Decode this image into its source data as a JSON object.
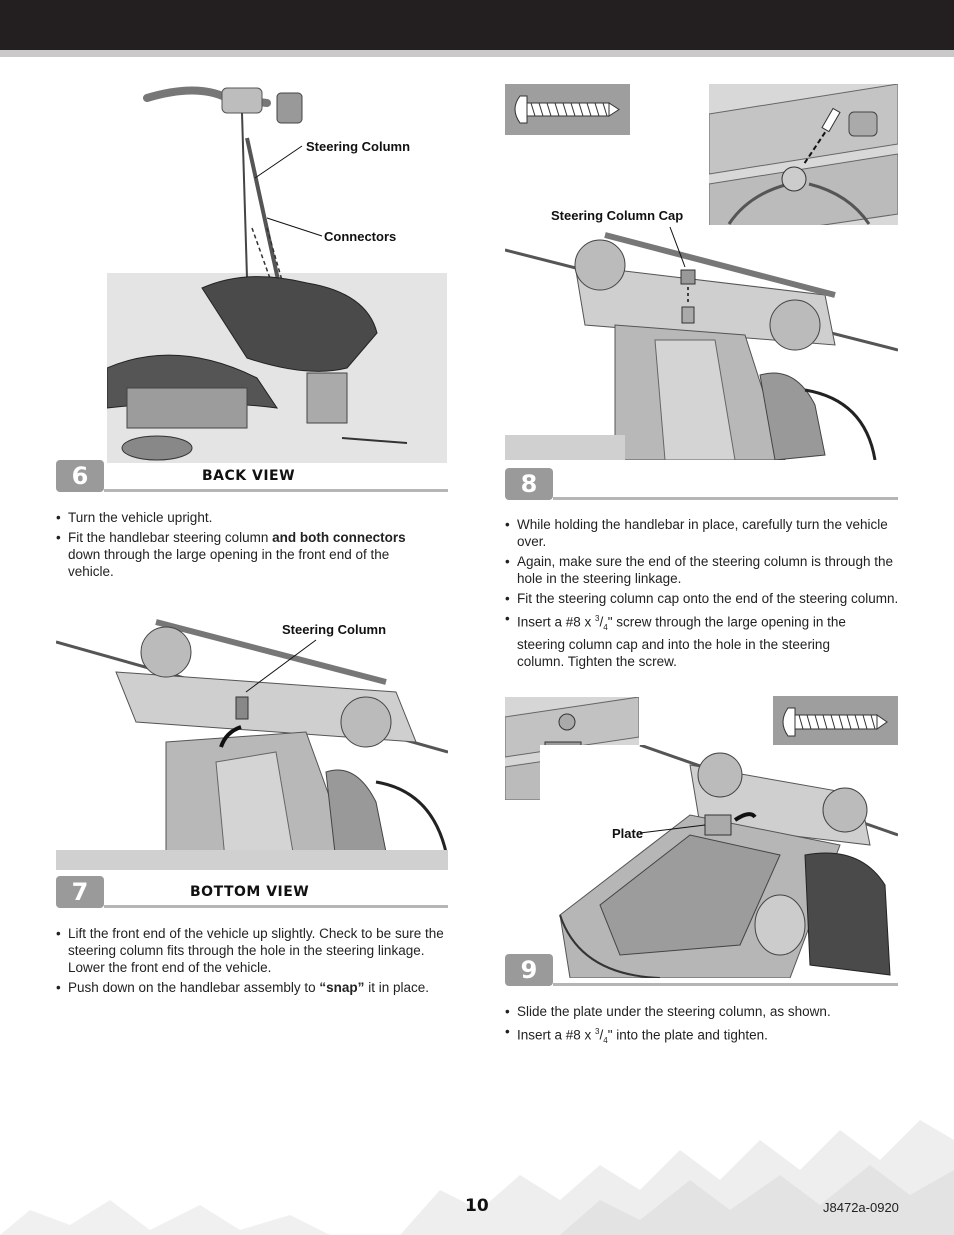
{
  "steps": [
    {
      "number": "6",
      "title": "BACK VIEW",
      "callouts": [
        "Steering Column",
        "Connectors"
      ],
      "bullets": [
        [
          "Turn the vehicle upright."
        ],
        [
          "Fit the handlebar steering column ",
          "and both connectors",
          " down through the large opening in the front end of the vehicle."
        ]
      ]
    },
    {
      "number": "7",
      "title": "BOTTOM VIEW",
      "callouts": [
        "Steering Column"
      ],
      "bullets": [
        [
          "Lift the front end of the vehicle up slightly. Check to be sure the steering column fits through the hole in the steering linkage. Lower the front end of the vehicle."
        ],
        [
          "Push down on the handlebar assembly to ",
          "“snap”",
          " it in place."
        ]
      ]
    },
    {
      "number": "8",
      "title": "",
      "callouts": [
        "Steering Column Cap"
      ],
      "bullets": [
        [
          "While holding the handlebar in place, carefully turn the vehicle over."
        ],
        [
          "Again, make sure the end of the steering column is through the hole in the steering linkage."
        ],
        [
          "Fit the steering column cap onto the end of the steering column."
        ],
        [
          "Insert a #8 x ",
          "3",
          "/",
          "4",
          "\" screw through the large opening in the steering column cap and into the hole in the steering column. Tighten the screw."
        ]
      ]
    },
    {
      "number": "9",
      "title": "",
      "callouts": [
        "Plate"
      ],
      "bullets": [
        [
          "Slide the plate under the steering column, as shown."
        ],
        [
          "Insert a #8 x ",
          "3",
          "/",
          "4",
          "\" into the plate and tighten."
        ]
      ]
    }
  ],
  "footer": {
    "page_number": "10",
    "doc_code": "J8472a-0920"
  },
  "icons": [
    "screw-icon"
  ]
}
